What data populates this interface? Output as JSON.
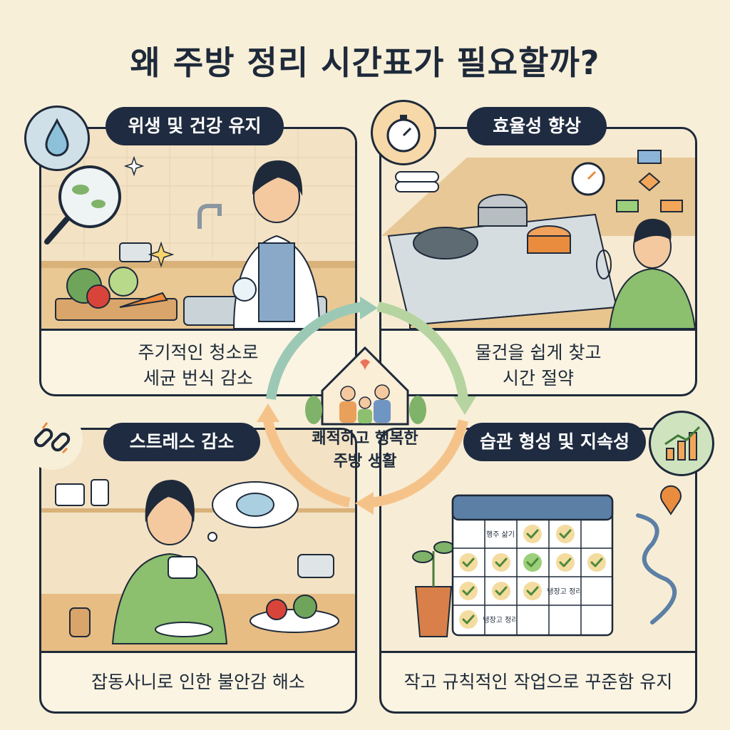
{
  "title": "왜 주방 정리 시간표가 필요할까?",
  "center": {
    "line1": "쾌적하고 행복한",
    "line2": "주방 생활"
  },
  "panels": {
    "hygiene": {
      "heading": "위생 및 건강 유지",
      "caption1": "주기적인 청소로",
      "caption2": "세균 번식 감소",
      "icon": "water-drop-icon"
    },
    "efficiency": {
      "heading": "효율성 향상",
      "caption1": "물건을 쉽게 찾고",
      "caption2": "시간 절약",
      "icon": "stopwatch-icon"
    },
    "stress": {
      "heading": "스트레스 감소",
      "caption1": "잡동사니로 인한 불안감 해소",
      "icon": "broken-chain-icon"
    },
    "habit": {
      "heading": "습관 형성 및 지속성",
      "caption1": "작고 규칙적인 작업으로 꾸준함 유지",
      "icon": "growth-chart-icon",
      "calendar_notes": {
        "note1": "행주 삶기",
        "note2": "냉장고 정리",
        "note3": "냉장고 정리"
      }
    }
  },
  "colors": {
    "navy": "#1f2b40",
    "cream": "#f8efd9",
    "green": "#8cbf6e",
    "orange": "#f2a65a",
    "blue": "#7fb3c7"
  }
}
